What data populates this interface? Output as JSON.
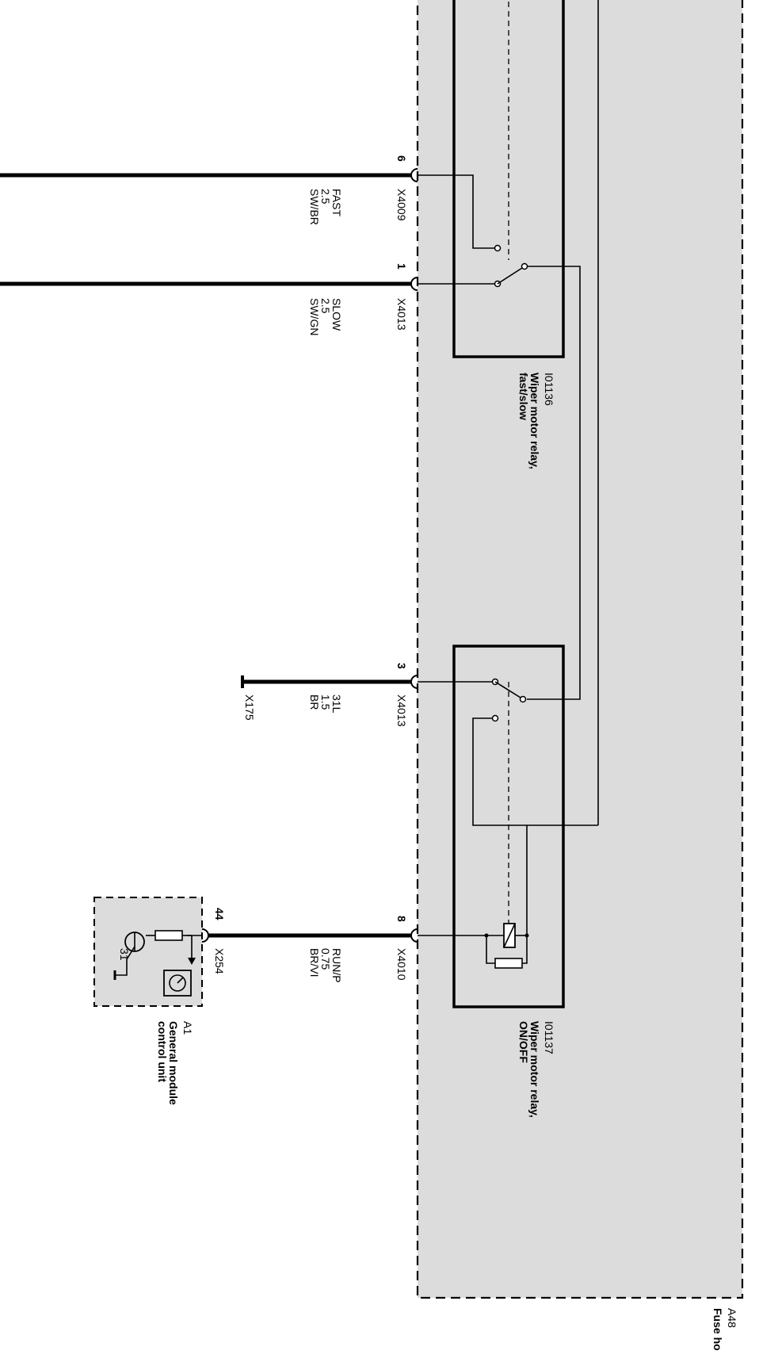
{
  "fuse_holder": {
    "id": "A48",
    "name_visible": "Fuse ho"
  },
  "relays": [
    {
      "id": "I01136",
      "desc_line1": "Wiper motor relay,",
      "desc_line2": "fast/slow"
    },
    {
      "id": "I01137",
      "desc_line1": "Wiper motor relay,",
      "desc_line2": "ON/OFF"
    }
  ],
  "wires": [
    {
      "pin": "6",
      "connector": "X4009",
      "signal": "FAST",
      "size": "2.5",
      "color": "SW/BR"
    },
    {
      "pin": "1",
      "connector": "X4013",
      "signal": "SLOW",
      "size": "2.5",
      "color": "SW/GN"
    },
    {
      "pin": "3",
      "connector": "X4013",
      "signal": "31L",
      "size": "1.5",
      "color": "BR",
      "ground": "X175"
    },
    {
      "pin": "8",
      "connector": "X4010",
      "signal": "RUN/P",
      "size": "0.75",
      "color": "BR/VI"
    }
  ],
  "gm": {
    "id": "A1",
    "name_line1": "General module",
    "name_line2": "control unit",
    "pin": "44",
    "connector": "X254",
    "ground_pin": "31"
  }
}
